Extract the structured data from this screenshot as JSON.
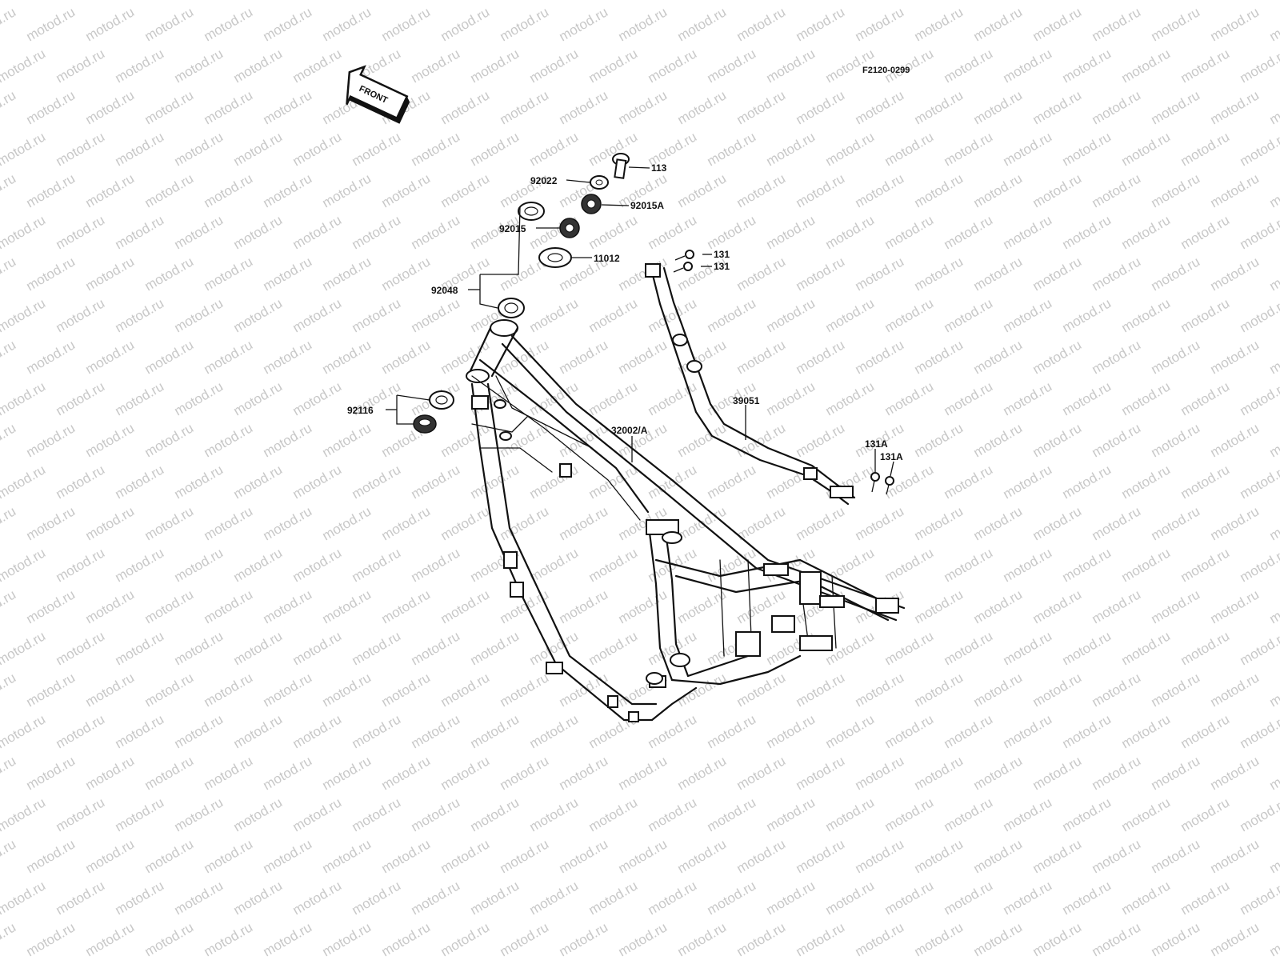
{
  "diagram": {
    "drawing_code": "F2120-0299",
    "front_arrow_label": "FRONT",
    "watermark": "motod.ru",
    "callouts": {
      "p113": "113",
      "p92022": "92022",
      "p92015A": "92015A",
      "p92015": "92015",
      "p11012": "11012",
      "p92048": "92048",
      "p92116": "92116",
      "p131a": "131",
      "p131b": "131",
      "p39051": "39051",
      "p32002": "32002/A",
      "p131A_1": "131A",
      "p131A_2": "131A"
    }
  }
}
